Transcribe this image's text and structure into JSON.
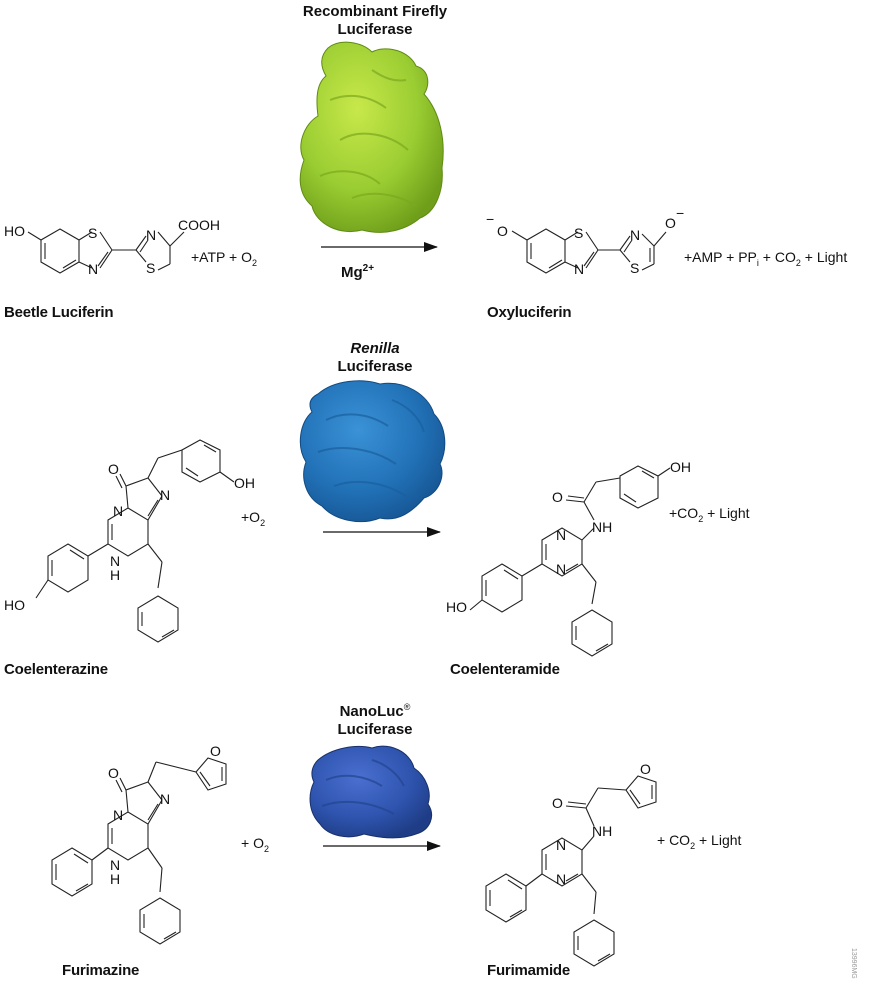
{
  "reactions": [
    {
      "enzyme": {
        "line1": "Recombinant Firefly",
        "line2": "Luciferase"
      },
      "substrate": "Beetle Luciferin",
      "product": "Oxyluciferin",
      "cofactor": {
        "base": "Mg",
        "sup": "2+"
      },
      "reagents": {
        "pre": "+ATP + O",
        "sub": "2",
        "post": ""
      },
      "byproducts": {
        "p1": "+AMP + PP",
        "s1": "i",
        "p2": " + CO",
        "s2": "2",
        "p3": " + Light"
      },
      "protein_color": "#9acd32"
    },
    {
      "enzyme": {
        "line1": "Renilla",
        "line2": "Luciferase"
      },
      "substrate": "Coelenterazine",
      "product": "Coelenteramide",
      "reagents": {
        "pre": "+O",
        "sub": "2",
        "post": ""
      },
      "byproducts": {
        "p1": "+CO",
        "s1": "2",
        "p2": " + Light"
      },
      "protein_color": "#2272b8"
    },
    {
      "enzyme": {
        "line1": "NanoLuc",
        "mark": "®",
        "line2": "Luciferase"
      },
      "substrate": "Furimazine",
      "product": "Furimamide",
      "reagents": {
        "pre": "+ O",
        "sub": "2",
        "post": ""
      },
      "byproducts": {
        "p1": "+ CO",
        "s1": "2",
        "p2": " + Light"
      },
      "protein_color": "#2f55b0"
    }
  ],
  "atoms": {
    "ho": "HO",
    "oh": "OH",
    "cooh": "COOH",
    "s": "S",
    "n": "N",
    "o": "O",
    "o_minus": "O",
    "minus": "−",
    "nh": "NH",
    "h": "H"
  },
  "figure_code": "13996MG"
}
